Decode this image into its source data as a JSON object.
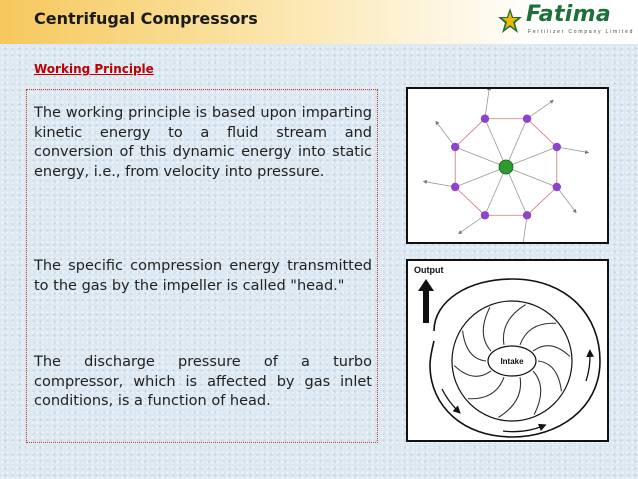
{
  "header": {
    "title": "Centrifugal Compressors",
    "logo": {
      "name": "Fatima",
      "subtitle": "Fertilizer Company Limited",
      "icon": "star-leaf-logo-icon",
      "brand_color": "#1f6f3a"
    },
    "gradient_start": "#f6c85c"
  },
  "section_title": "Working Principle",
  "paragraphs": [
    "The working principle is based upon imparting kinetic energy to a fluid stream and conversion of this dynamic energy into static energy, i.e., from velocity into pressure.",
    "The specific compression energy transmitted to the gas by the impeller is called \"head.\"",
    "The discharge pressure of a turbo compressor, which is affected by gas inlet conditions, is a function of head."
  ],
  "figures": {
    "impeller_vectors": {
      "center_color": "#2e9b2e",
      "node_color": "#8e44c9"
    },
    "casing": {
      "output_label": "Output",
      "intake_label": "Intake"
    }
  }
}
